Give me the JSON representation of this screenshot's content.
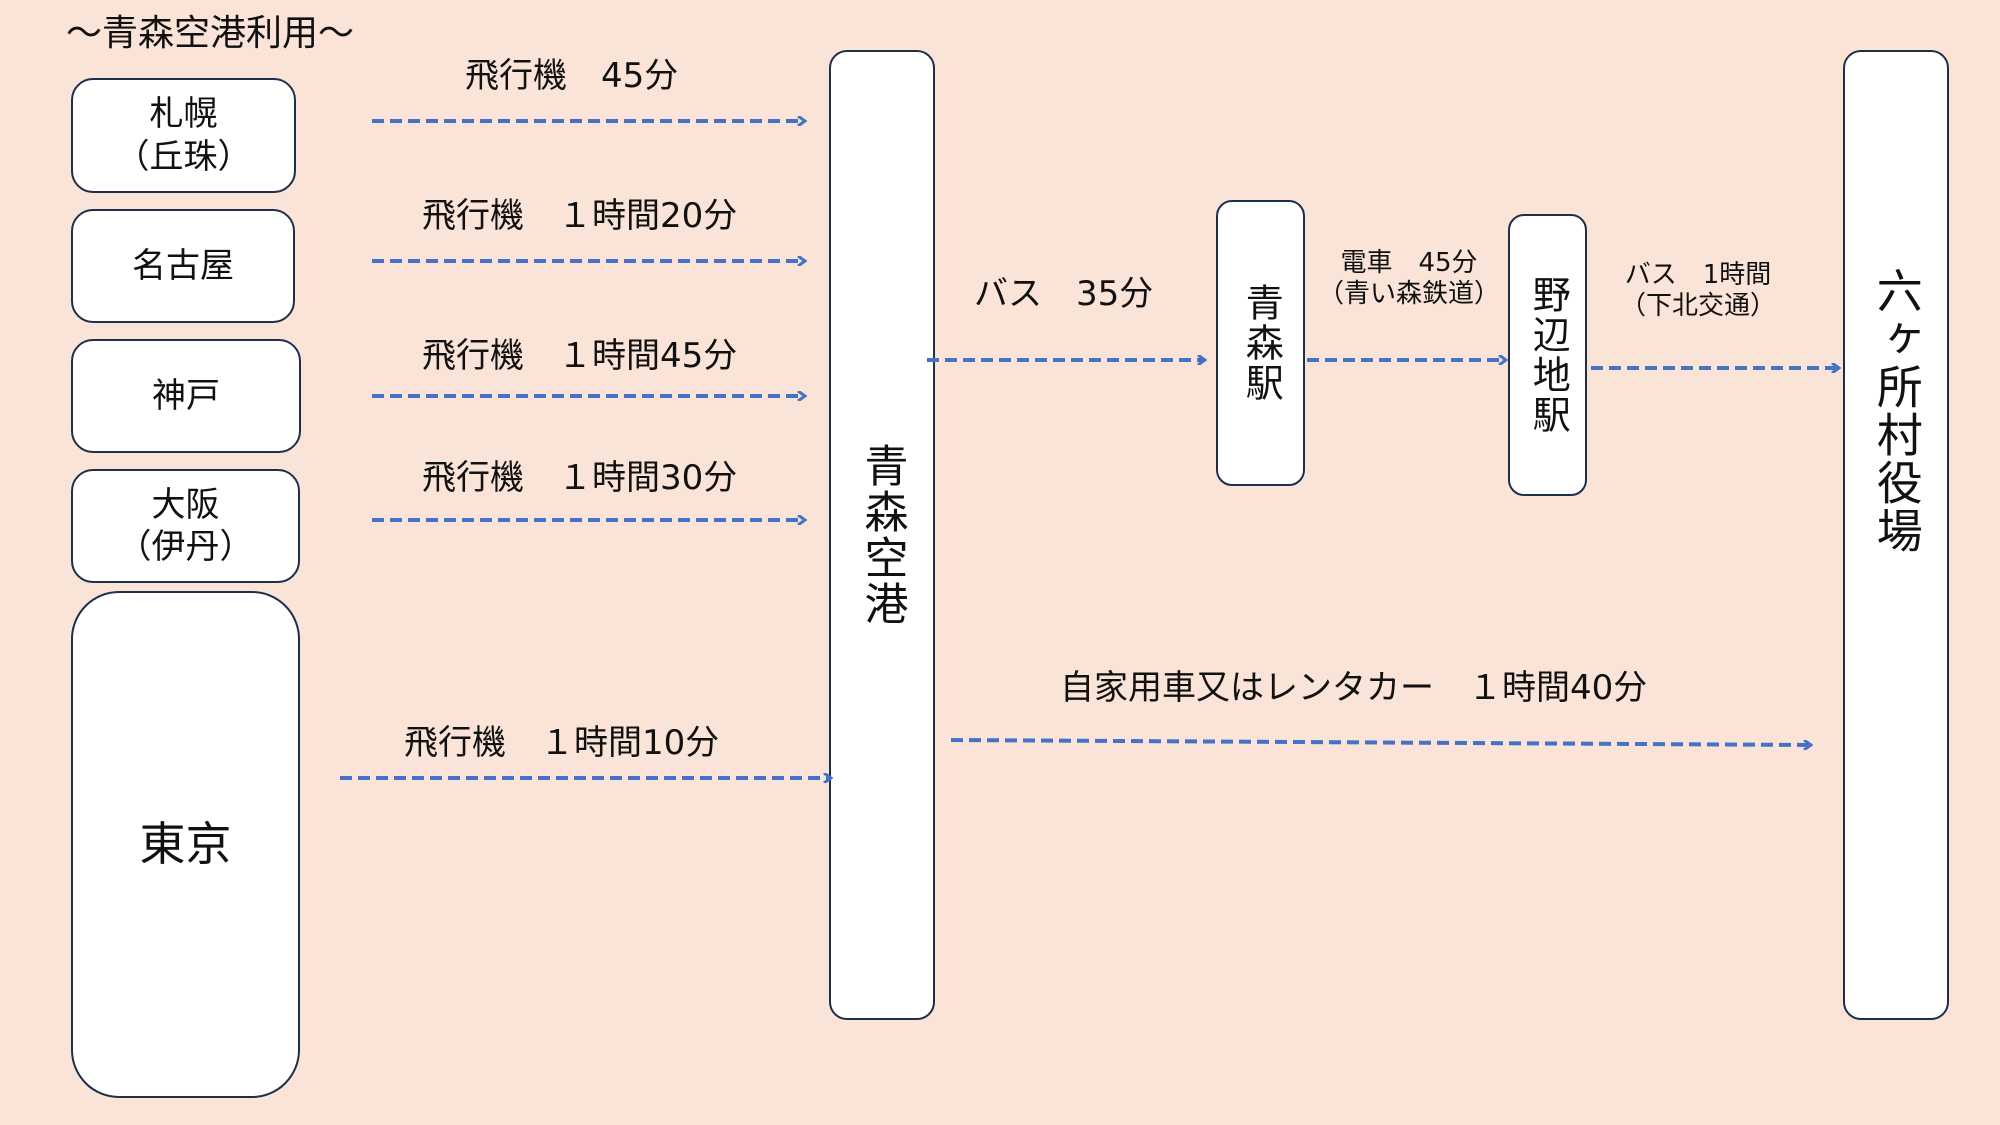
{
  "title": "〜青森空港利用〜",
  "origins": [
    {
      "name": "札幌\n（丘珠）"
    },
    {
      "name": "名古屋"
    },
    {
      "name": "神戸"
    },
    {
      "name": "大阪\n（伊丹）"
    },
    {
      "name": "東京"
    }
  ],
  "nodes": {
    "airport": "青森空港",
    "aomori_station": "青森駅",
    "noheji_station": "野辺地駅",
    "village_office": "六ヶ所村役場"
  },
  "routes": {
    "sapporo": "飛行機　45分",
    "nagoya": "飛行機　１時間20分",
    "kobe": "飛行機　１時間45分",
    "osaka": "飛行機　１時間30分",
    "tokyo": "飛行機　１時間10分",
    "airport_bus": "バス　35分",
    "train": "電車　45分\n（青い森鉄道）",
    "noheji_bus": "バス　1時間\n（下北交通）",
    "car": "自家用車又はレンタカー　１時間40分"
  },
  "colors": {
    "background": "#FAE3D7",
    "arrow": "#4472C4",
    "border": "#1F2E4A"
  }
}
